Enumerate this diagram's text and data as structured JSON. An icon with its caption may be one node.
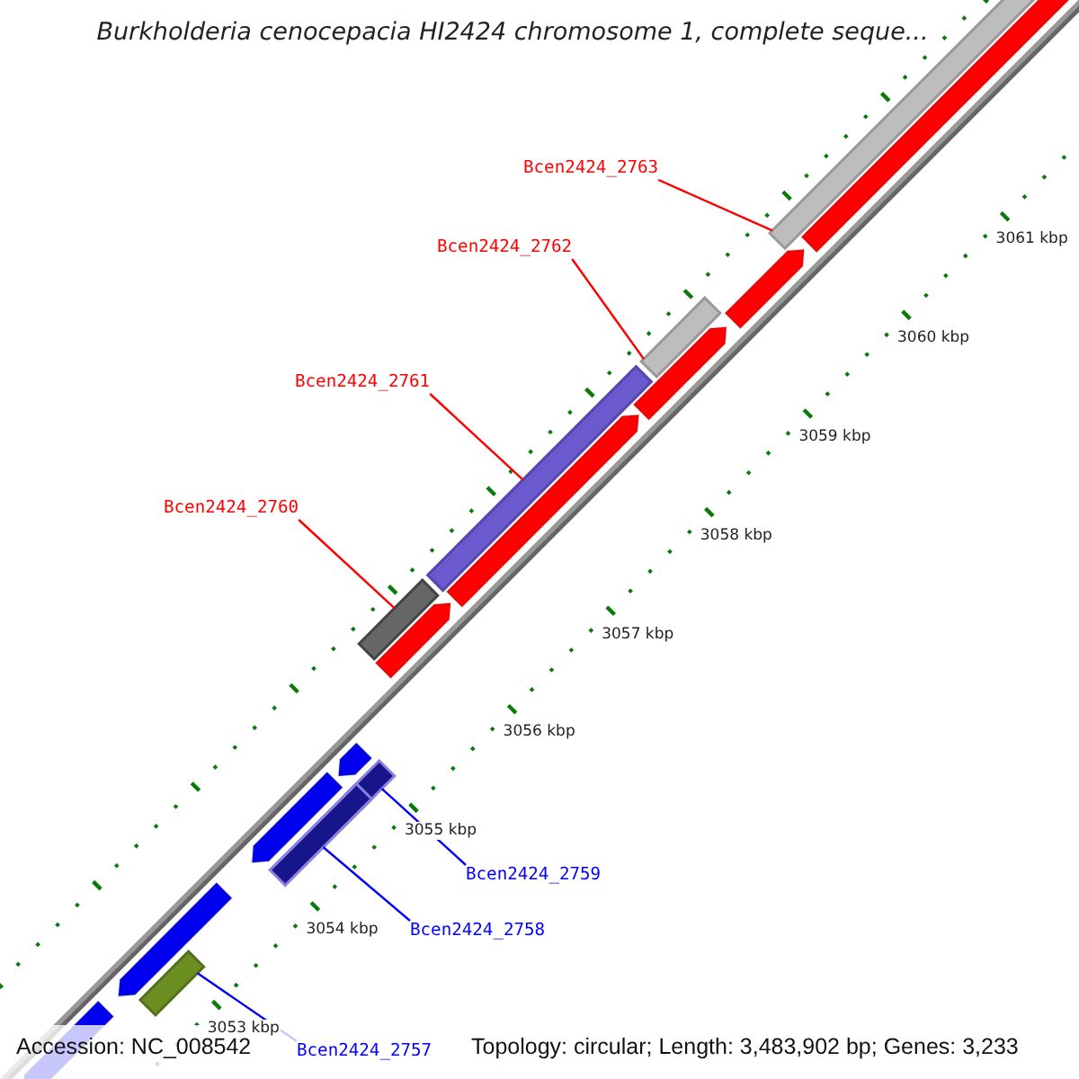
{
  "diagram": {
    "title": "Burkholderia cenocepacia HI2424 chromosome 1, complete seque...",
    "nodes": [
      {
        "text": [
          "Bcen2424_2763"
        ]
      },
      {
        "text": [
          "Bcen2424_2762"
        ]
      },
      {
        "text": [
          "Bcen2424_2761"
        ]
      },
      {
        "text": [
          "Bcen2424_2760"
        ]
      },
      {
        "text": [
          "Bcen2424_2759"
        ]
      },
      {
        "text": [
          "Bcen2424_2758"
        ]
      },
      {
        "text": [
          "Bcen2424_2757"
        ]
      },
      {
        "text": [],
        "shape": "bar"
      },
      {
        "text": [],
        "shape": "bar"
      },
      {
        "text": [],
        "shape": "bar"
      },
      {
        "text": [],
        "shape": "bar"
      },
      {
        "text": [],
        "shape": "bar"
      },
      {
        "text": [],
        "shape": "bar"
      },
      {
        "text": [],
        "shape": "bar"
      }
    ],
    "edges": [
      {
        "from": 0,
        "to": 7,
        "arrow": "none"
      },
      {
        "from": 1,
        "to": 8,
        "arrow": "none"
      },
      {
        "from": 2,
        "to": 9,
        "arrow": "none"
      },
      {
        "from": 3,
        "to": 10,
        "arrow": "none"
      },
      {
        "from": 4,
        "to": 11,
        "arrow": "none",
        "color": "#0000ff"
      },
      {
        "from": 5,
        "to": 12,
        "arrow": "none",
        "color": "#0000ff"
      },
      {
        "from": 6,
        "to": 13,
        "arrow": "none",
        "color": "#0000ff"
      }
    ],
    "labels": [
      "3061 kbp",
      "3060 kbp",
      "3059 kbp",
      "3058 kbp",
      "3057 kbp",
      "3056 kbp",
      "3055 kbp",
      "3054 kbp",
      "3053 kbp",
      "Accession: NC_008542",
      "Topology: circular; Length: 3,483,902 bp; Genes: 3,233"
    ]
  }
}
